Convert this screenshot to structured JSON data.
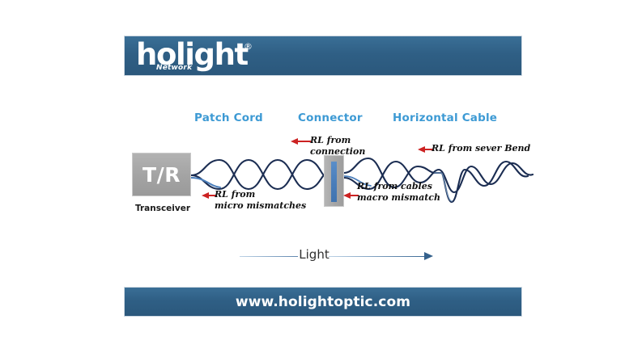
{
  "header": {
    "logo_text": "holight",
    "logo_registered": "®",
    "logo_subtitle": "Network",
    "brand_color": "#2f5f85"
  },
  "diagram": {
    "accent_color": "#3d9ad4",
    "arrow_color": "#cc2222",
    "section_labels": [
      {
        "id": "patch-cord",
        "text": "Patch Cord"
      },
      {
        "id": "connector",
        "text": "Connector"
      },
      {
        "id": "horizontal-cable",
        "text": "Horizontal Cable"
      }
    ],
    "transceiver": {
      "box_text": "T/R",
      "caption": "Transceiver",
      "box_color": "#a3a3a3"
    },
    "connector": {
      "core_color": "#4a7ebb",
      "body_color": "#a6a6a6"
    },
    "annotations": [
      {
        "id": "rl-connection",
        "line1": "RL from",
        "line2": "connection"
      },
      {
        "id": "rl-micro-mismatches",
        "line1": "RL from",
        "line2": "micro mismatches"
      },
      {
        "id": "rl-macro-mismatch",
        "line1": "RL from cables",
        "line2": "macro mismatch"
      },
      {
        "id": "rl-sever-bend",
        "line1": "RL from sever Bend",
        "line2": ""
      }
    ],
    "light_arrow": {
      "label": "Light",
      "direction": "right",
      "color": "#35618c"
    }
  },
  "footer": {
    "url": "www.holightoptic.com"
  }
}
